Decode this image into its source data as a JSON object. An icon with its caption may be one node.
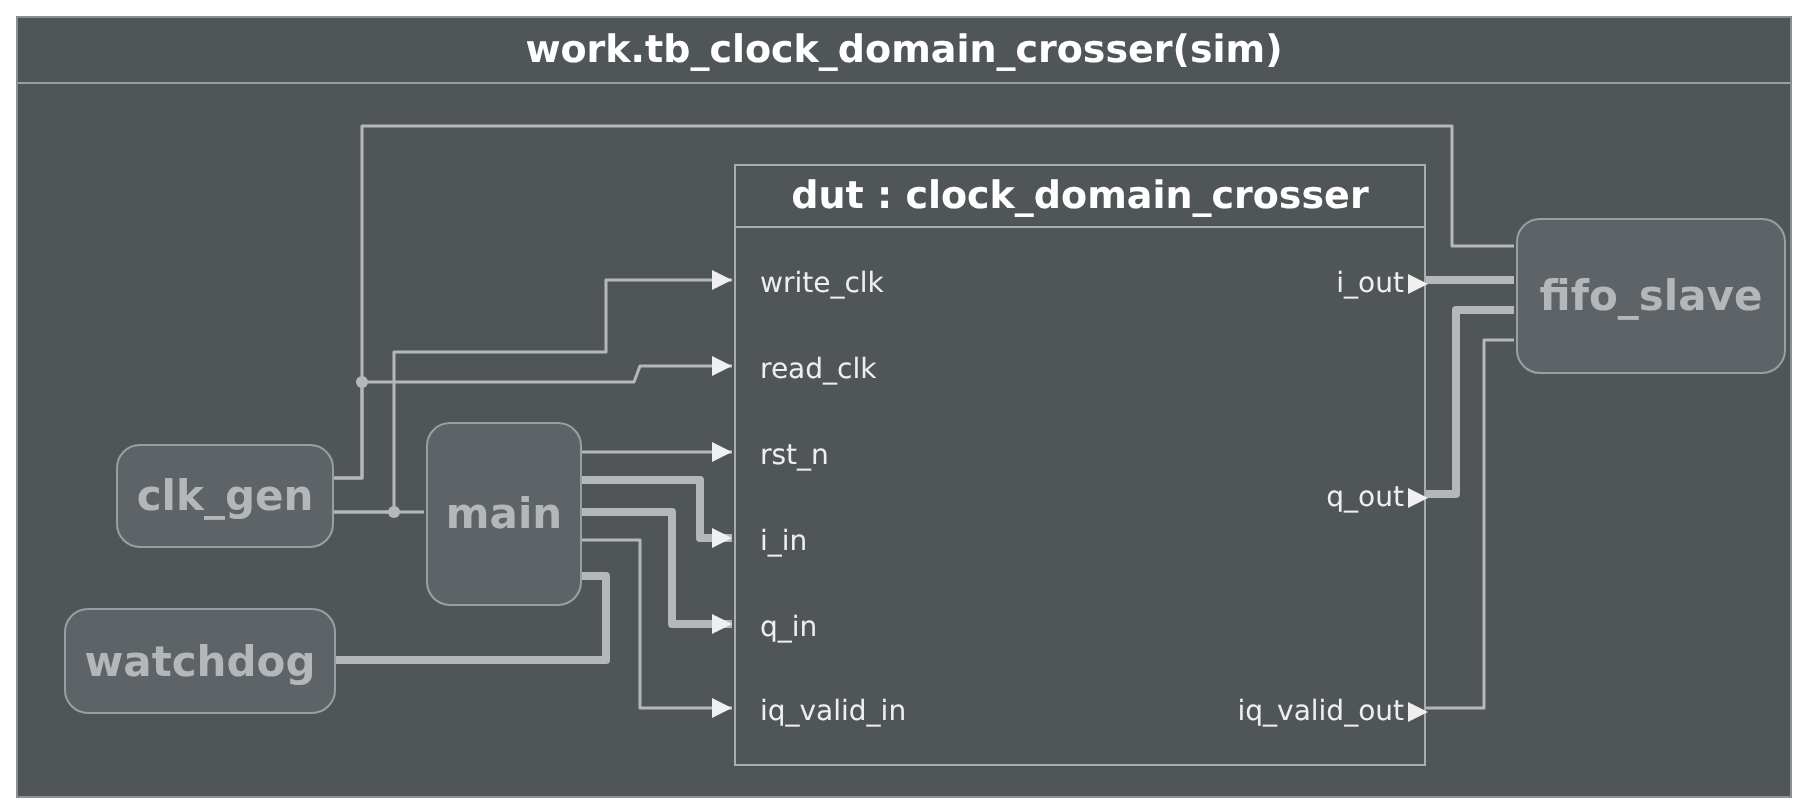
{
  "diagram": {
    "nodes": [
      {
        "text": [
          "work.tb_clock_domain_crosser(sim)"
        ]
      },
      {
        "text": [
          "dut : clock_domain_crosser"
        ],
        "in": 0
      },
      {
        "text": [
          "write_clk"
        ],
        "in": 1
      },
      {
        "text": [
          "read_clk"
        ],
        "in": 1
      },
      {
        "text": [
          "rst_n"
        ],
        "in": 1
      },
      {
        "text": [
          "i_in"
        ],
        "in": 1
      },
      {
        "text": [
          "q_in"
        ],
        "in": 1
      },
      {
        "text": [
          "iq_valid_in"
        ],
        "in": 1
      },
      {
        "text": [
          "i_out"
        ],
        "in": 1
      },
      {
        "text": [
          "q_out"
        ],
        "in": 1
      },
      {
        "text": [
          "iq_valid_out"
        ],
        "in": 1
      },
      {
        "text": [
          "clk_gen"
        ],
        "in": 0
      },
      {
        "text": [
          "main"
        ],
        "in": 0
      },
      {
        "text": [
          "watchdog"
        ],
        "in": 0
      },
      {
        "text": [
          "fifo_slave"
        ],
        "in": 0
      }
    ],
    "edges": [
      {
        "from": 11,
        "to": 14,
        "arrow": "none"
      },
      {
        "from": 11,
        "to": 3,
        "arrow": "to"
      },
      {
        "from": 11,
        "to": 12,
        "arrow": "none"
      },
      {
        "from": 11,
        "to": 2,
        "arrow": "to"
      },
      {
        "from": 12,
        "to": 4,
        "arrow": "to"
      },
      {
        "from": 12,
        "to": 5,
        "arrow": "to",
        "style": "thick"
      },
      {
        "from": 12,
        "to": 6,
        "arrow": "to",
        "style": "thick"
      },
      {
        "from": 12,
        "to": 7,
        "arrow": "to"
      },
      {
        "from": 13,
        "to": 12,
        "arrow": "none",
        "style": "thick"
      },
      {
        "from": 8,
        "to": 14,
        "arrow": "none",
        "style": "thick"
      },
      {
        "from": 9,
        "to": 14,
        "arrow": "none",
        "style": "thick"
      },
      {
        "from": 10,
        "to": 14,
        "arrow": "none"
      }
    ]
  }
}
